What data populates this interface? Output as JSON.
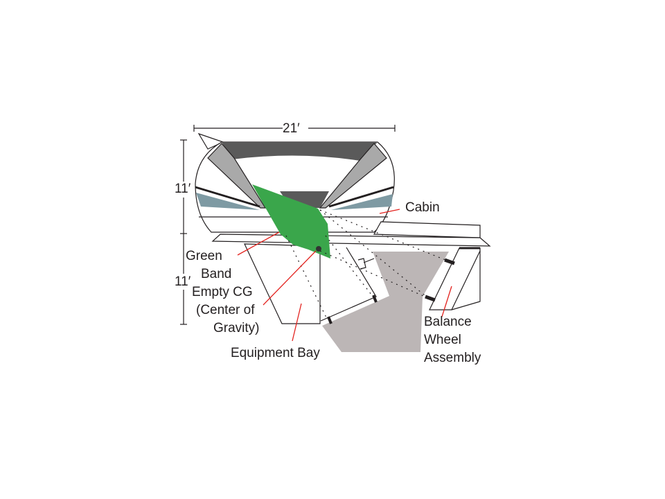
{
  "dimensions": {
    "width": "21′",
    "height_upper": "11′",
    "height_lower": "11′"
  },
  "labels": {
    "cabin": "Cabin",
    "green_band": [
      "Green",
      "Band"
    ],
    "empty_cg": [
      "Empty CG",
      "(Center of",
      "Gravity)"
    ],
    "equipment_bay": "Equipment Bay",
    "balance_wheel": [
      "Balance",
      "Wheel",
      "Assembly"
    ]
  },
  "colors": {
    "green_band": "#3aa64b",
    "leader": "#e3231f",
    "counterweight": "#bcb6b6",
    "dark": "#5a5a5a",
    "blue_gray": "#7e9aa3"
  }
}
